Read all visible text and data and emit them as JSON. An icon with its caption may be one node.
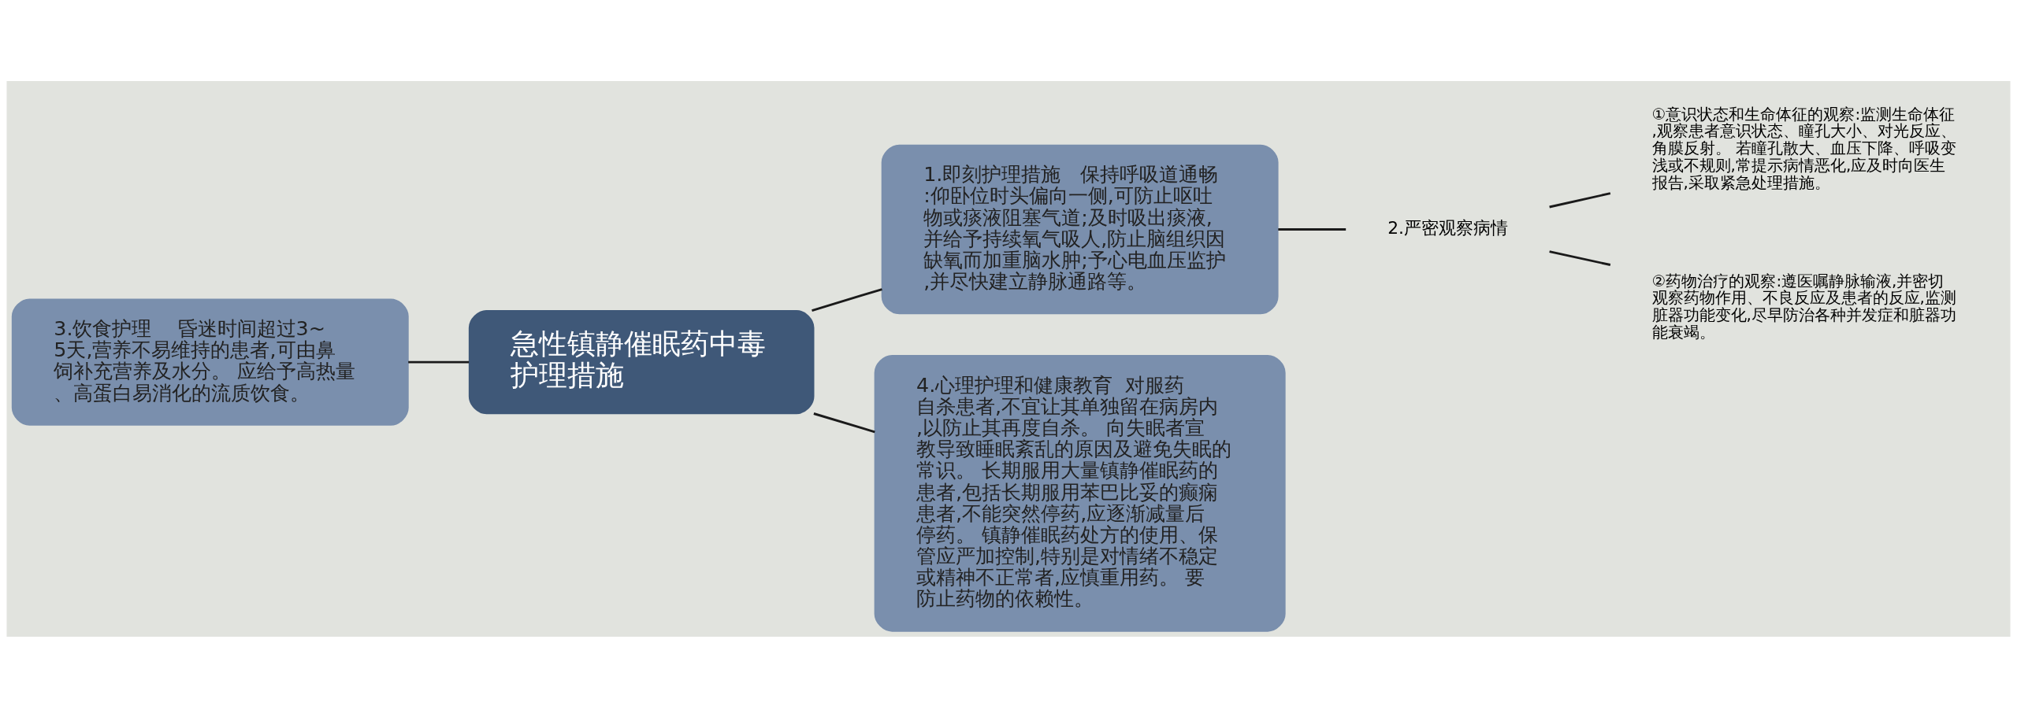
{
  "diagram": {
    "nodes": [
      {
        "text": [
          "急性镇静催眠药中毒护理措施"
        ]
      },
      {
        "text": [
          "1.即刻护理措施　保持呼吸道通畅:仰卧位时头偏向一侧,可防止呕吐物或痰液阻塞气道;及时吸出痰液,并给予持续氧气吸人,防止脑组织因缺氧而加重脑水肿;予心电血压监护,并尽快建立静脉通路等。"
        ]
      },
      {
        "text": [
          "2.严密观察病情"
        ]
      },
      {
        "text": [
          "①意识状态和生命体征的观察:监测生命体征,观察患者意识状态、瞳孔大小、对光反应、角膜反射。 若瞳孔散大、血压下降、呼吸变浅或不规则,常提示病情恶化,应及时向医生报告,采取紧急处理措施。"
        ]
      },
      {
        "text": [
          "②药物治疗的观察:遵医嘱静脉输液,并密切观察药物作用、不良反应及患者的反应,监测脏器功能变化,尽早防治各种并发症和脏器功能衰竭。"
        ]
      },
      {
        "text": [
          "3.饮食护理　 昏迷时间超过3~5天,营养不易维持的患者,可由鼻饲补充营养及水分。 应给予高热量、高蛋白易消化的流质饮食。"
        ]
      },
      {
        "text": [
          "4.心理护理和健康教育  对服药自杀患者,不宜让其单独留在病房内,以防止其再度自杀。 向失眠者宣教导致睡眠紊乱的原因及避免失眠的常识。 长期服用大量镇静催眠药的患者,包括长期服用苯巴比妥的癫痫患者,不能突然停药,应逐渐减量后停药。 镇静催眠药处方的使用、保管应严加控制,特别是对情绪不稳定或精神不正常者,应慎重用药。 要防止药物的依赖性。"
        ]
      }
    ],
    "edges": [
      {
        "from": 0,
        "to": 1,
        "arrow": "none"
      },
      {
        "from": 1,
        "to": 2,
        "arrow": "none"
      },
      {
        "from": 2,
        "to": 3,
        "arrow": "none"
      },
      {
        "from": 2,
        "to": 4,
        "arrow": "none"
      },
      {
        "from": 5,
        "to": 0,
        "arrow": "none"
      },
      {
        "from": 0,
        "to": 6,
        "arrow": "none"
      }
    ]
  }
}
